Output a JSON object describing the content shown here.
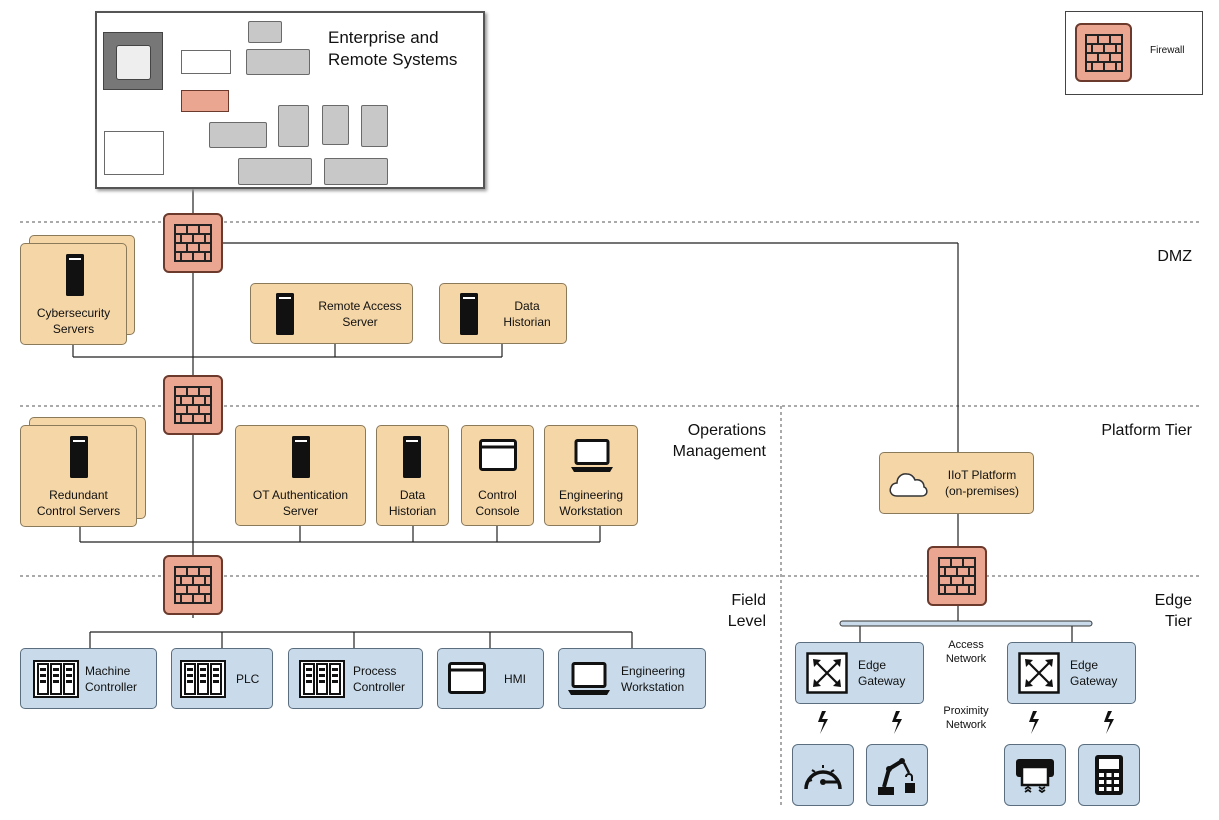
{
  "enterprise": {
    "title_line1": "Enterprise and",
    "title_line2": "Remote Systems"
  },
  "legend": {
    "label": "Firewall"
  },
  "zones": {
    "dmz": "DMZ",
    "ops_line1": "Operations",
    "ops_line2": "Management",
    "platform": "Platform Tier",
    "field_line1": "Field",
    "field_line2": "Level",
    "edge_line1": "Edge",
    "edge_line2": "Tier"
  },
  "dmz_nodes": {
    "cyber_line1": "Cybersecurity",
    "cyber_line2": "Servers",
    "remote_line1": "Remote Access",
    "remote_line2": "Server",
    "hist_line1": "Data",
    "hist_line2": "Historian"
  },
  "ops_nodes": {
    "redundant_line1": "Redundant",
    "redundant_line2": "Control Servers",
    "otauth_line1": "OT Authentication",
    "otauth_line2": "Server",
    "hist_line1": "Data",
    "hist_line2": "Historian",
    "console_line1": "Control",
    "console_line2": "Console",
    "eng_line1": "Engineering",
    "eng_line2": "Workstation"
  },
  "platform_node": {
    "line1": "IIoT Platform",
    "line2": "(on-premises)"
  },
  "field_nodes": {
    "machine_line1": "Machine",
    "machine_line2": "Controller",
    "plc": "PLC",
    "process_line1": "Process",
    "process_line2": "Controller",
    "hmi": "HMI",
    "eng_line1": "Engineering",
    "eng_line2": "Workstation"
  },
  "edge": {
    "gw1_line1": "Edge",
    "gw1_line2": "Gateway",
    "gw2_line1": "Edge",
    "gw2_line2": "Gateway",
    "access_line1": "Access",
    "access_line2": "Network",
    "proximity_line1": "Proximity",
    "proximity_line2": "Network"
  },
  "colors": {
    "firewall": "#eaa690",
    "server_node": "#f5d6a7",
    "field_node": "#c9dbea"
  }
}
